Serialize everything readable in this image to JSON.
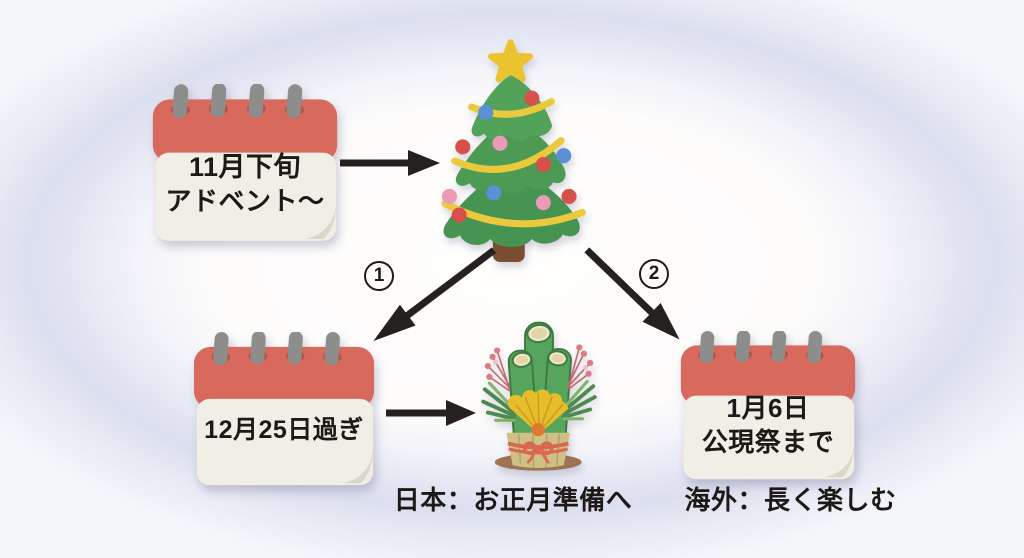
{
  "diagram": {
    "nodes": {
      "start_calendar": {
        "icon": "calendar-icon",
        "lines": [
          "11月下旬",
          "アドベント〜"
        ]
      },
      "christmas_tree": {
        "icon": "christmas-tree-icon"
      },
      "japan_calendar": {
        "icon": "calendar-icon",
        "lines": [
          "12月25日過ぎ"
        ]
      },
      "kadomatsu": {
        "icon": "kadomatsu-icon"
      },
      "overseas_calendar": {
        "icon": "calendar-icon",
        "lines": [
          "1月6日",
          "公現祭まで"
        ]
      }
    },
    "edges": {
      "advent_to_tree": {
        "type": "arrow-right"
      },
      "branch_japan": {
        "label": "1",
        "type": "arrow-down-left"
      },
      "branch_overseas": {
        "label": "2",
        "type": "arrow-down-right"
      },
      "date_to_kadomatsu": {
        "type": "arrow-right"
      }
    },
    "captions": {
      "japan": "日本：お正月準備へ",
      "overseas": "海外：長く楽しむ"
    },
    "palette": {
      "background_halo": "#dcdfee",
      "calendar_header_red": "#d8695d",
      "calendar_body_cream": "#f1eee5",
      "ring_gray": "#8d8d8b",
      "tree_green": "#4f9e57",
      "garland_yellow": "#eac93d",
      "ornament_red": "#d8504b",
      "ornament_blue": "#5b8fd6",
      "ornament_pink": "#eb9ab5",
      "trunk_brown": "#7a4e31",
      "bamboo_green": "#57a45c",
      "fan_gold": "#e8bd2c",
      "pot_tan": "#cfc183",
      "rope_red": "#d96752",
      "arrow_black": "#262120",
      "text_black": "#1c1916"
    }
  }
}
